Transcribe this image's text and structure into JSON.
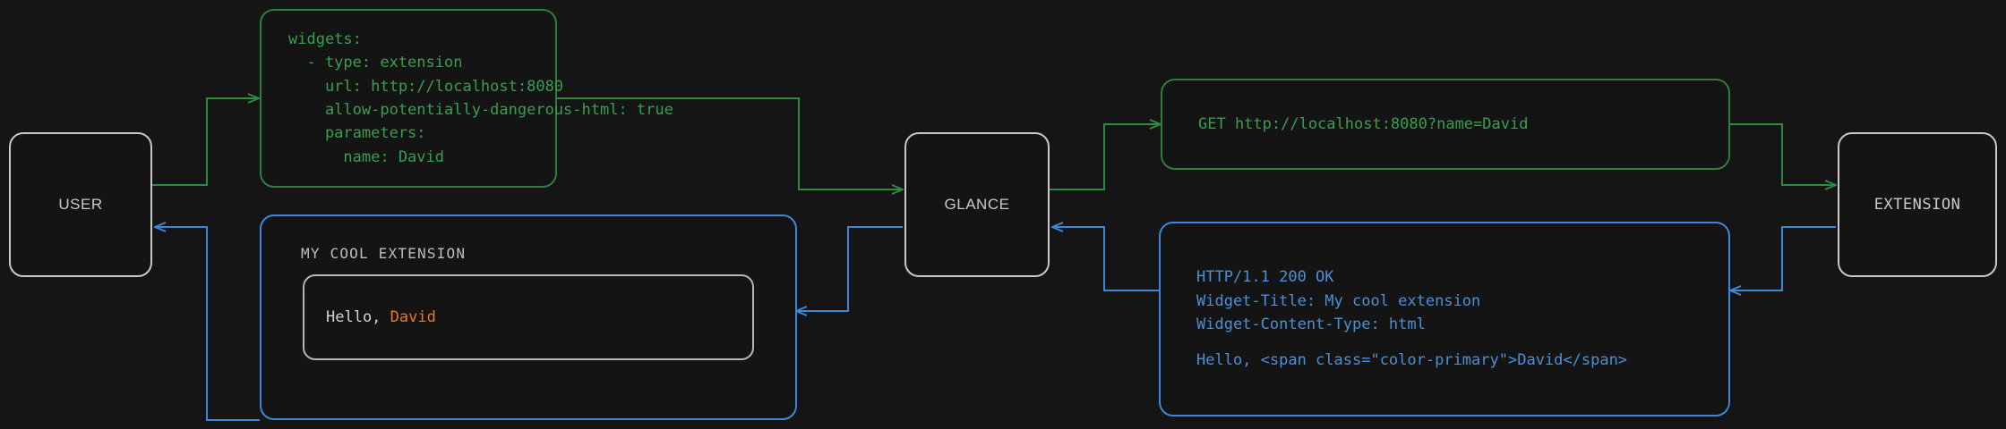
{
  "diagram": {
    "title": "Glance extension widget request flow",
    "background": "#151515",
    "colors": {
      "request": "#3a9e4f",
      "response": "#4a90d9",
      "node_border": "#c8c8c8",
      "accent": "#ef7429",
      "text": "#d3d3d3"
    }
  },
  "nodes": {
    "user": {
      "label": "USER"
    },
    "glance": {
      "label": "GLANCE"
    },
    "extension": {
      "label": "EXTENSION"
    }
  },
  "config_box": {
    "kind": "yaml-config",
    "color": "#3a9e4f",
    "lines": [
      "widgets:",
      "  - type: extension",
      "    url: http://localhost:8080",
      "    allow-potentially-dangerous-html: true",
      "    parameters:",
      "      name: David"
    ]
  },
  "request_box": {
    "kind": "http-request",
    "color": "#3a9e4f",
    "lines": [
      "GET http://localhost:8080?name=David"
    ]
  },
  "response_box": {
    "kind": "http-response",
    "color": "#4a90d9",
    "lines": [
      "HTTP/1.1 200 OK",
      "Widget-Title: My cool extension",
      "Widget-Content-Type: html",
      "",
      "Hello, <span class=\"color-primary\">David</span>"
    ]
  },
  "rendered_widget": {
    "kind": "rendered-widget",
    "color": "#4a90d9",
    "title": "MY COOL EXTENSION",
    "content_prefix": "Hello, ",
    "content_accent": "David"
  },
  "edges": [
    {
      "name": "user-to-config",
      "direction": "right",
      "color": "#3a9e4f"
    },
    {
      "name": "config-to-glance",
      "direction": "right",
      "color": "#3a9e4f"
    },
    {
      "name": "glance-to-request",
      "direction": "right",
      "color": "#3a9e4f"
    },
    {
      "name": "request-to-extension",
      "direction": "right",
      "color": "#3a9e4f"
    },
    {
      "name": "extension-to-response",
      "direction": "left",
      "color": "#4a90d9"
    },
    {
      "name": "response-to-glance",
      "direction": "left",
      "color": "#4a90d9"
    },
    {
      "name": "glance-to-widget",
      "direction": "left",
      "color": "#4a90d9"
    },
    {
      "name": "widget-to-user",
      "direction": "left",
      "color": "#4a90d9"
    }
  ]
}
